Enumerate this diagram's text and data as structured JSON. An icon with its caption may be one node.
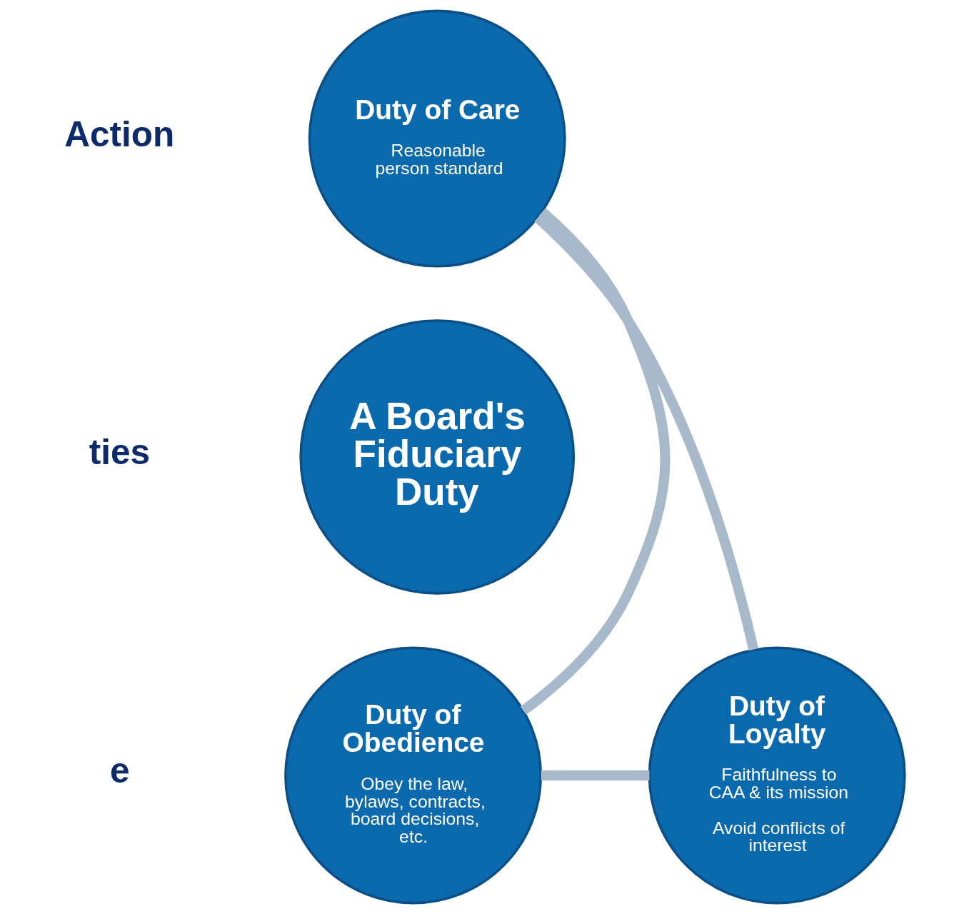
{
  "diagram": {
    "nodes": [
      {
        "text": [
          "A Board's Fiduciary Duty"
        ]
      },
      {
        "text": [
          "Duty of Care",
          "Reasonable person standard"
        ]
      },
      {
        "text": [
          "Duty of Loyalty",
          "Faithfulness to CAA & its mission",
          "Avoid conflicts of interest"
        ]
      },
      {
        "text": [
          "Duty of Obedience",
          "Obey the law, bylaws, contracts, board decisions, etc."
        ]
      }
    ],
    "edges": [
      {
        "from": 1,
        "to": 2,
        "arrow": "none"
      },
      {
        "from": 2,
        "to": 3,
        "arrow": "none"
      },
      {
        "from": 3,
        "to": 1,
        "arrow": "none"
      }
    ],
    "labels": [
      "Action",
      "ties",
      "e"
    ]
  }
}
